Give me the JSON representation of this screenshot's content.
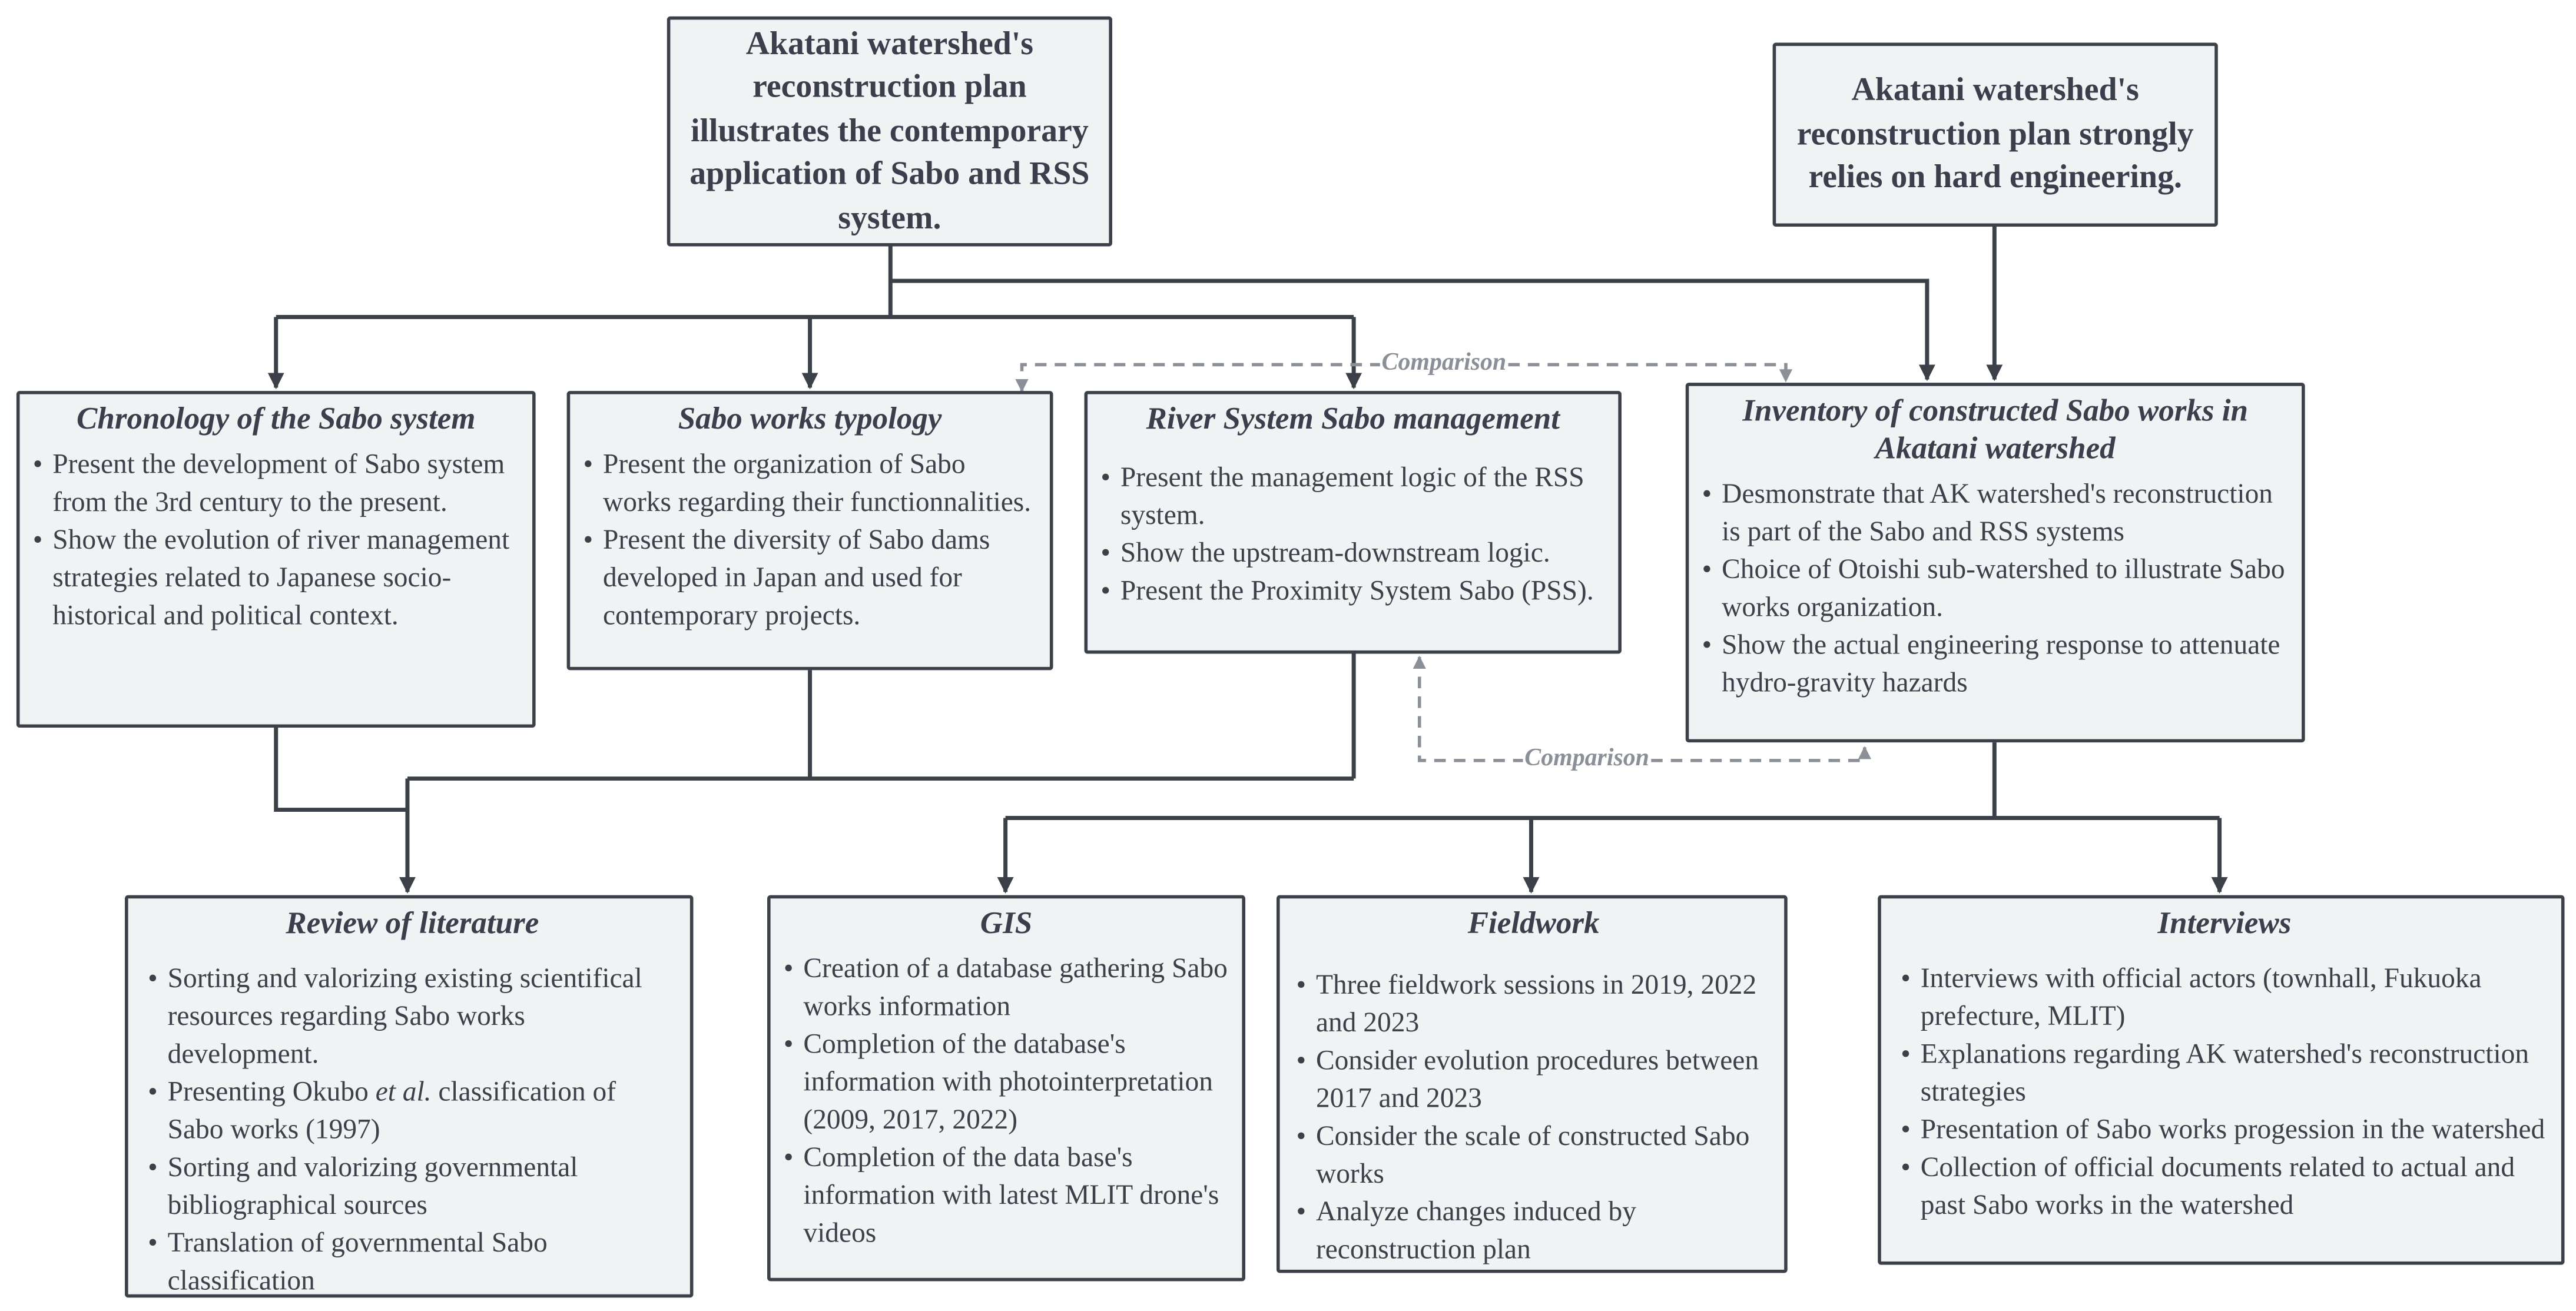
{
  "hypotheses": {
    "h1": "Akatani watershed's reconstruction plan illustrates the contemporary application of Sabo and RSS system.",
    "h2": "Akatani watershed's reconstruction plan strongly relies on hard engineering."
  },
  "themes": {
    "chronology": {
      "title": "Chronology of the Sabo system",
      "items": [
        "Present the development of Sabo system from the 3rd century to the present.",
        "Show the evolution of river management strategies related to Japanese socio-historical and political context."
      ]
    },
    "typology": {
      "title": "Sabo works typology",
      "items": [
        "Present the organization of Sabo works regarding their functionnalities.",
        "Present the diversity of Sabo dams developed in Japan and used for contemporary projects."
      ]
    },
    "rss": {
      "title": "River System Sabo management",
      "items": [
        "Present the management logic of the RSS system.",
        "Show the upstream-downstream logic.",
        "Present the Proximity System Sabo (PSS)."
      ]
    },
    "inventory": {
      "title": "Inventory of constructed Sabo works in Akatani watershed",
      "items": [
        "Desmonstrate that AK watershed's reconstruction is part of the Sabo and RSS systems",
        "Choice of Otoishi sub-watershed to illustrate Sabo works organization.",
        "Show the actual engineering response to attenuate hydro-gravity hazards"
      ]
    }
  },
  "methods": {
    "literature": {
      "title": "Review of literature",
      "items": [
        "Sorting and valorizing existing scientifical resources regarding Sabo works development.",
        "Presenting Okubo et al. classification of Sabo works (1997)",
        "Sorting and valorizing governmental bibliographical sources",
        "Translation of governmental Sabo classification"
      ]
    },
    "gis": {
      "title": "GIS",
      "items": [
        "Creation of a database gathering Sabo works information",
        "Completion of the database's information with photointerpretation (2009, 2017, 2022)",
        "Completion of the data base's information with latest MLIT drone's videos"
      ]
    },
    "fieldwork": {
      "title": "Fieldwork",
      "items": [
        "Three  fieldwork sessions in 2019, 2022 and 2023",
        "Consider evolution procedures between 2017 and 2023",
        "Consider the scale of constructed Sabo works",
        "Analyze changes induced by reconstruction plan"
      ]
    },
    "interviews": {
      "title": "Interviews",
      "items": [
        "Interviews with official actors (townhall, Fukuoka prefecture, MLIT)",
        "Explanations regarding AK watershed's reconstruction strategies",
        "Presentation of Sabo works progession in the watershed",
        "Collection of official documents related to actual and past Sabo works in the watershed"
      ]
    }
  },
  "comparison_labels": [
    "Comparison",
    "Comparison"
  ],
  "colors": {
    "line": "#3b4049",
    "dashed": "#8a8f98",
    "box_fill": "#f1f2f4"
  }
}
